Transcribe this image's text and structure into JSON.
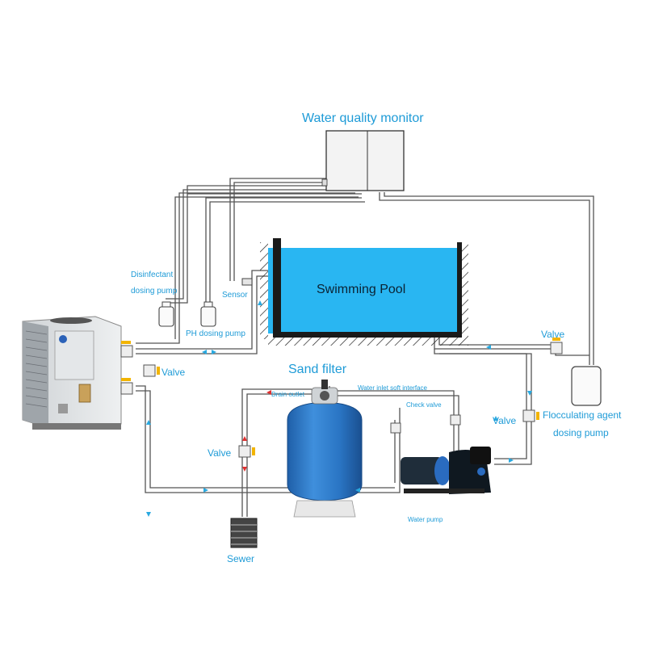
{
  "labels": {
    "water_quality_monitor": "Water quality monitor",
    "swimming_pool": "Swimming Pool",
    "disinfectant_line1": "Disinfectant",
    "disinfectant_line2": "dosing pump",
    "sensor": "Sensor",
    "ph_dosing_pump": "PH dosing pump",
    "valve_left": "Valve",
    "sand_filter": "Sand filter",
    "drain_outlet": "Drain outlet",
    "water_inlet_soft_interface": "Water inlet soft interface",
    "check_valve": "Check valve",
    "valve_drain": "Valve",
    "valve_top_right": "Valve",
    "valve_right": "Valve",
    "flocculating_line1": "Flocculating agent",
    "flocculating_line2": "dosing pump",
    "water_pump": "Water pump",
    "sewer": "Sewer"
  },
  "colors": {
    "pipe": "#555555",
    "pool_water": "#29b6f2",
    "filter_tank": "#2a7fd4",
    "label": "#1e9bd7",
    "flow_arrow_blue": "#29a9e0",
    "flow_arrow_red": "#e03030",
    "valve_handle": "#f2b400"
  }
}
